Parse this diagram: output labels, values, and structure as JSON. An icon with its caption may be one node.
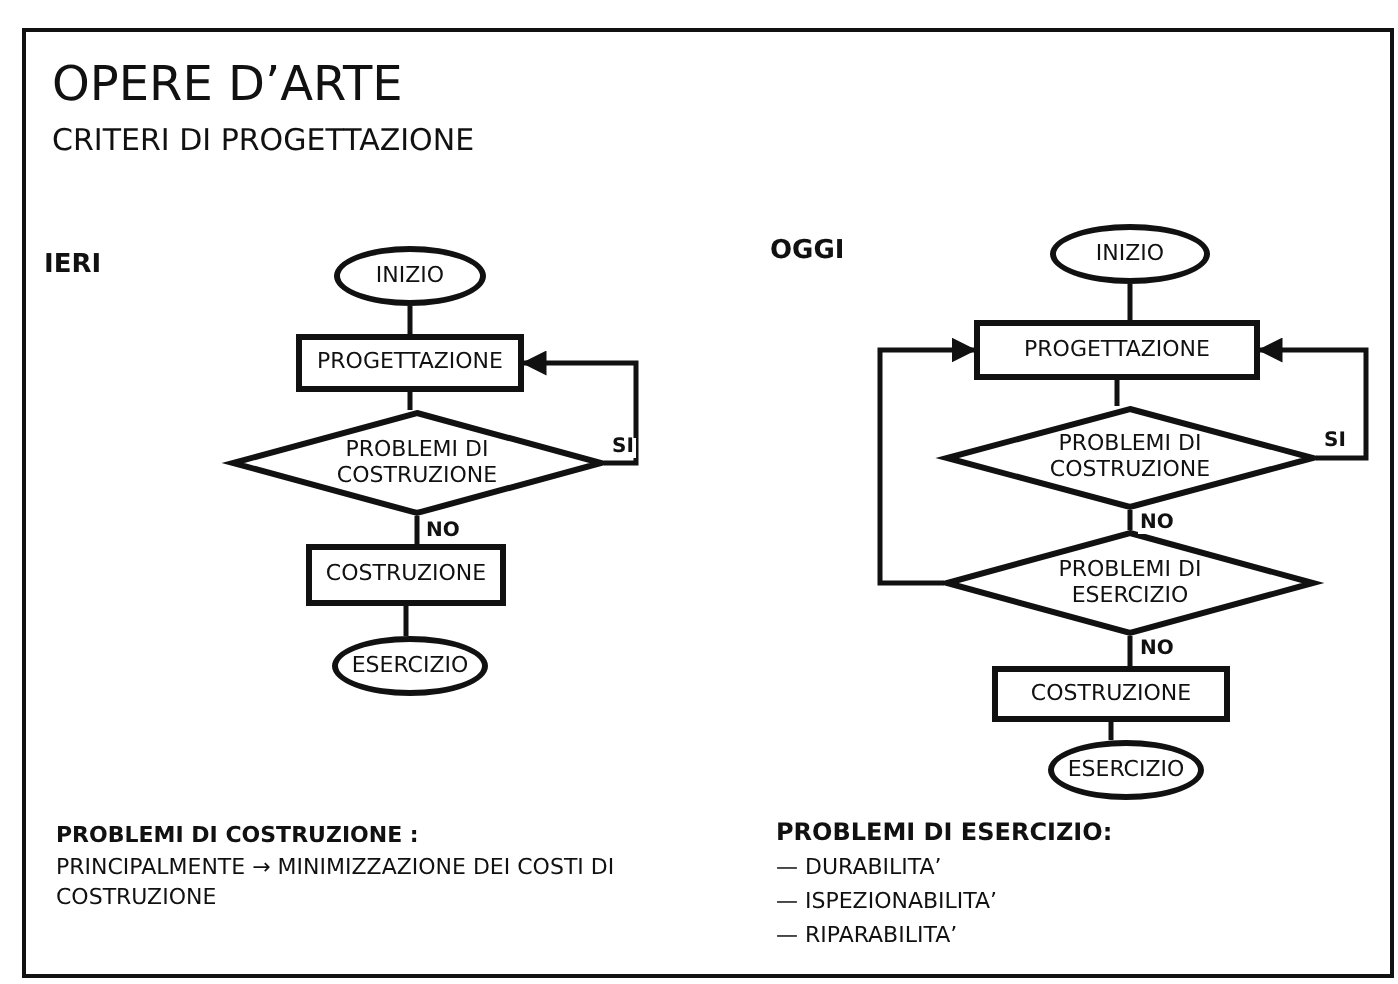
{
  "diagram": {
    "title": "OPERE D’ARTE",
    "nodes": [
      {
        "text": [
          "INIZIO"
        ]
      },
      {
        "text": [
          "PROGETTAZIONE"
        ]
      },
      {
        "text": [
          "PROBLEMI DI COSTRUZIONE"
        ]
      },
      {
        "text": [
          "COSTRUZIONE"
        ]
      },
      {
        "text": [
          "ESERCIZIO"
        ]
      },
      {
        "text": [
          "INIZIO"
        ]
      },
      {
        "text": [
          "PROGETTAZIONE"
        ]
      },
      {
        "text": [
          "PROBLEMI DI COSTRUZIONE"
        ]
      },
      {
        "text": [
          "PROBLEMI DI ESERCIZIO"
        ]
      },
      {
        "text": [
          "COSTRUZIONE"
        ]
      },
      {
        "text": [
          "ESERCIZIO"
        ]
      }
    ],
    "edges": [
      {
        "from": 0,
        "to": 1,
        "arrow": "none"
      },
      {
        "from": 1,
        "to": 2,
        "arrow": "none"
      },
      {
        "from": 2,
        "to": 3,
        "arrow": "none",
        "label": "NO"
      },
      {
        "from": 3,
        "to": 4,
        "arrow": "none"
      },
      {
        "from": 2,
        "to": 1,
        "arrow": "to",
        "label": "SI"
      },
      {
        "from": 5,
        "to": 6,
        "arrow": "none"
      },
      {
        "from": 6,
        "to": 7,
        "arrow": "none"
      },
      {
        "from": 7,
        "to": 8,
        "arrow": "none",
        "label": "NO"
      },
      {
        "from": 8,
        "to": 9,
        "arrow": "none",
        "label": "NO"
      },
      {
        "from": 9,
        "to": 10,
        "arrow": "none"
      },
      {
        "from": 7,
        "to": 6,
        "arrow": "to",
        "label": "SI"
      },
      {
        "from": 8,
        "to": 6,
        "arrow": "to"
      }
    ],
    "labels": [
      "CRITERI DI PROGETTAZIONE",
      "IERI",
      "OGGI",
      "PROBLEMI DI COSTRUZIONE :",
      "PRINCIPALMENTE → MINIMIZZAZIONE DEI COSTI DI COSTRUZIONE",
      "PROBLEMI DI ESERCIZIO:",
      "— DURABILITA’",
      "— ISPEZIONABILITA’",
      "— RIPARABILITA’"
    ]
  }
}
